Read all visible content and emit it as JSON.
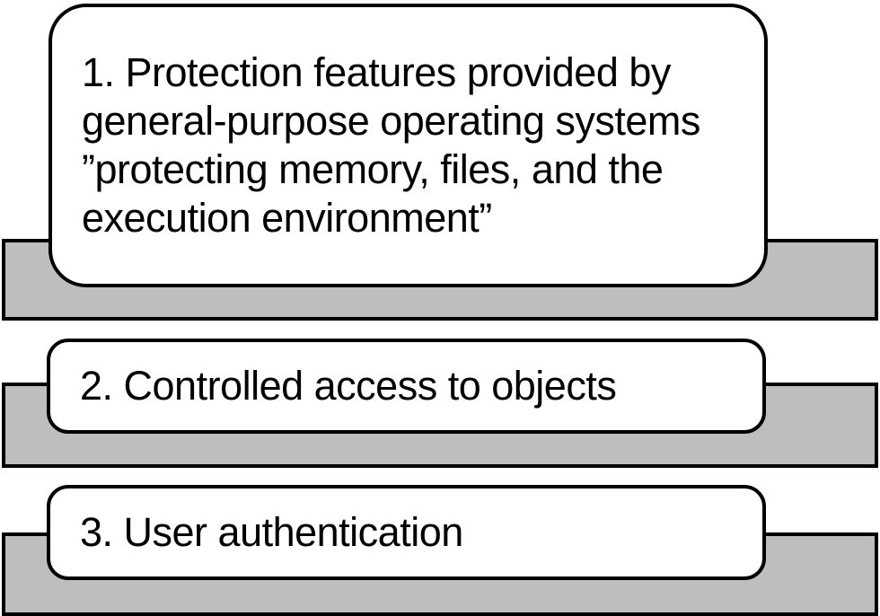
{
  "diagram": {
    "type": "stacked-step-list",
    "steps": [
      {
        "label": "1. Protection features provided by\ngeneral-purpose operating systems\n”protecting memory, files, and the\nexecution environment”"
      },
      {
        "label": "2. Controlled access to objects"
      },
      {
        "label": "3. User authentication"
      }
    ],
    "colors": {
      "bar_fill": "#bebebe",
      "box_fill": "#ffffff",
      "outline": "#000000",
      "text": "#000000",
      "background": "#ffffff"
    }
  }
}
